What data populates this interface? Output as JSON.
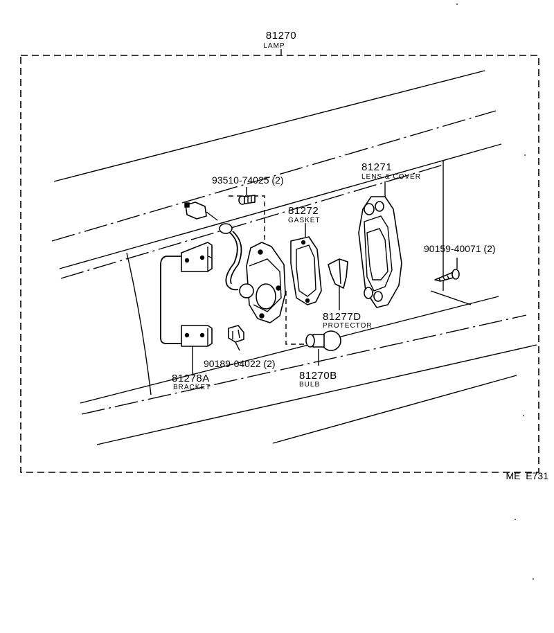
{
  "assembly": {
    "number": "81270",
    "name": "LAMP"
  },
  "parts": [
    {
      "id": "lens",
      "number": "81271",
      "name": "LENS & COVER"
    },
    {
      "id": "gasket",
      "number": "81272",
      "name": "GASKET"
    },
    {
      "id": "protector",
      "number": "81277D",
      "name": "PROTECTOR"
    },
    {
      "id": "bulb",
      "number": "81270B",
      "name": "BULB"
    },
    {
      "id": "bracket",
      "number": "81278A",
      "name": "BRACKET"
    },
    {
      "id": "screw-top",
      "number": "93510-74025 (2)",
      "name": ""
    },
    {
      "id": "screw-right",
      "number": "90159-40071 (2)",
      "name": ""
    },
    {
      "id": "clip",
      "number": "90189-04022 (2)",
      "name": ""
    }
  ],
  "drawing_code": "ME  E731"
}
